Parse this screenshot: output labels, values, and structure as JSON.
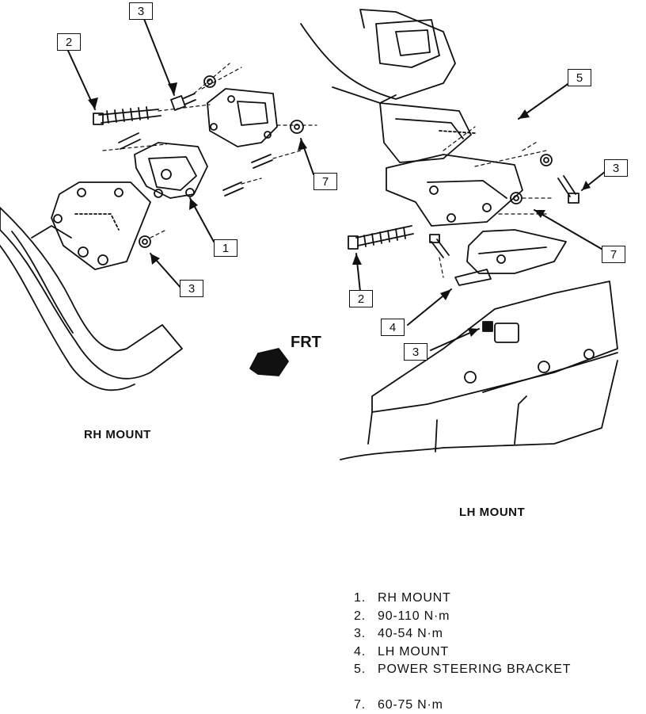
{
  "callouts": {
    "c3_top": "3",
    "c2_left": "2",
    "c5": "5",
    "c3_right": "3",
    "c7_left": "7",
    "c1": "1",
    "c7_right": "7",
    "c3_lower_left": "3",
    "c2_lower": "2",
    "c4": "4",
    "c3_lower": "3"
  },
  "labels": {
    "frt": "FRT",
    "rh_mount": "RH MOUNT",
    "lh_mount": "LH MOUNT"
  },
  "legend": [
    {
      "num": "1.",
      "text": "RH MOUNT"
    },
    {
      "num": "2.",
      "text": "90-110 N·m"
    },
    {
      "num": "3.",
      "text": "40-54 N·m"
    },
    {
      "num": "4.",
      "text": "LH MOUNT"
    },
    {
      "num": "5.",
      "text": "POWER STEERING BRACKET"
    },
    {
      "num": "7.",
      "text": "60-75 N·m"
    }
  ]
}
